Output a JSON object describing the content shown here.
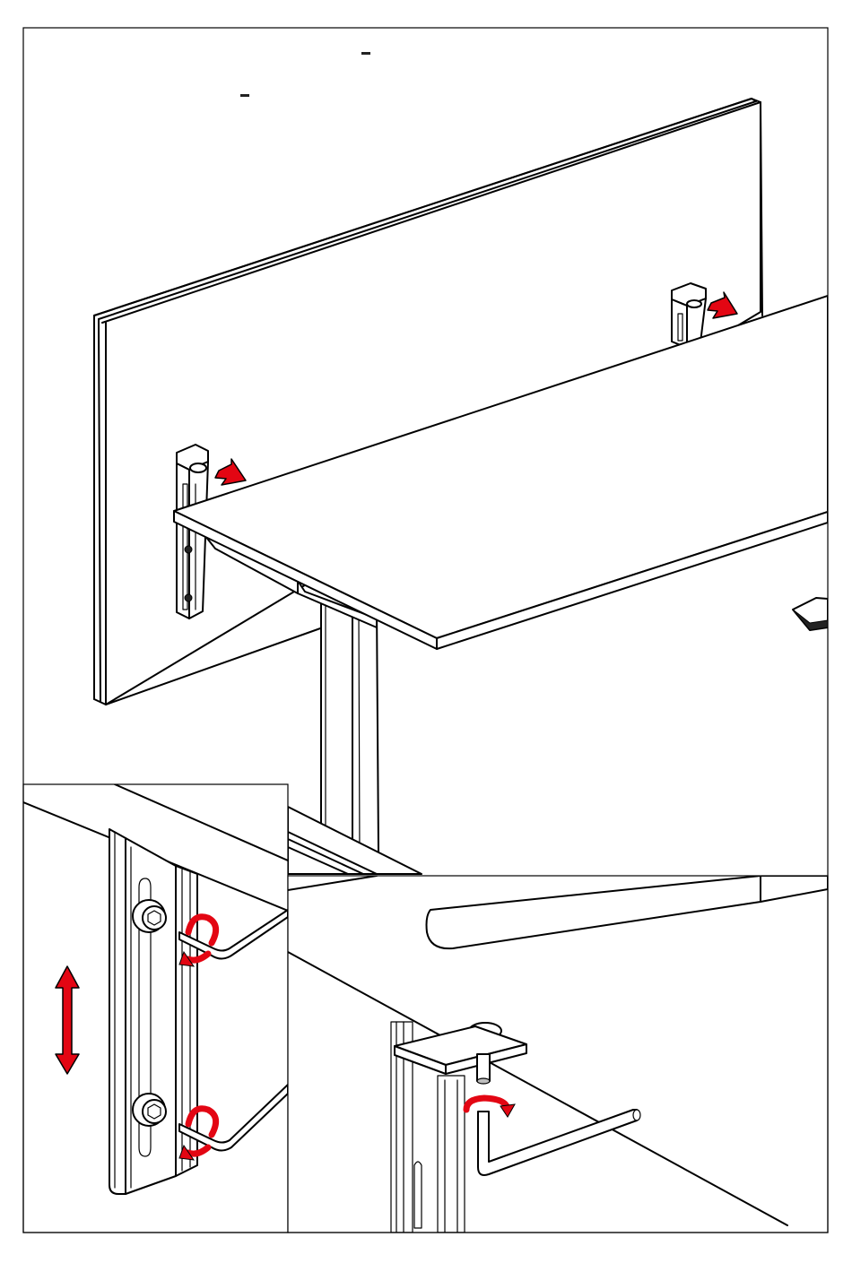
{
  "diagram": {
    "kind": "assembly-instruction",
    "panels": [
      "overview-desk-screen",
      "detail-bracket-height-adjustment",
      "detail-clamp-tightening"
    ],
    "colors": {
      "line": "#000000",
      "arrow": "#e30613",
      "background": "#ffffff"
    },
    "icons": [
      "push-arrow-icon",
      "vertical-double-arrow-icon",
      "rotate-arrow-icon",
      "hex-key-icon",
      "hex-bolt-icon"
    ]
  }
}
